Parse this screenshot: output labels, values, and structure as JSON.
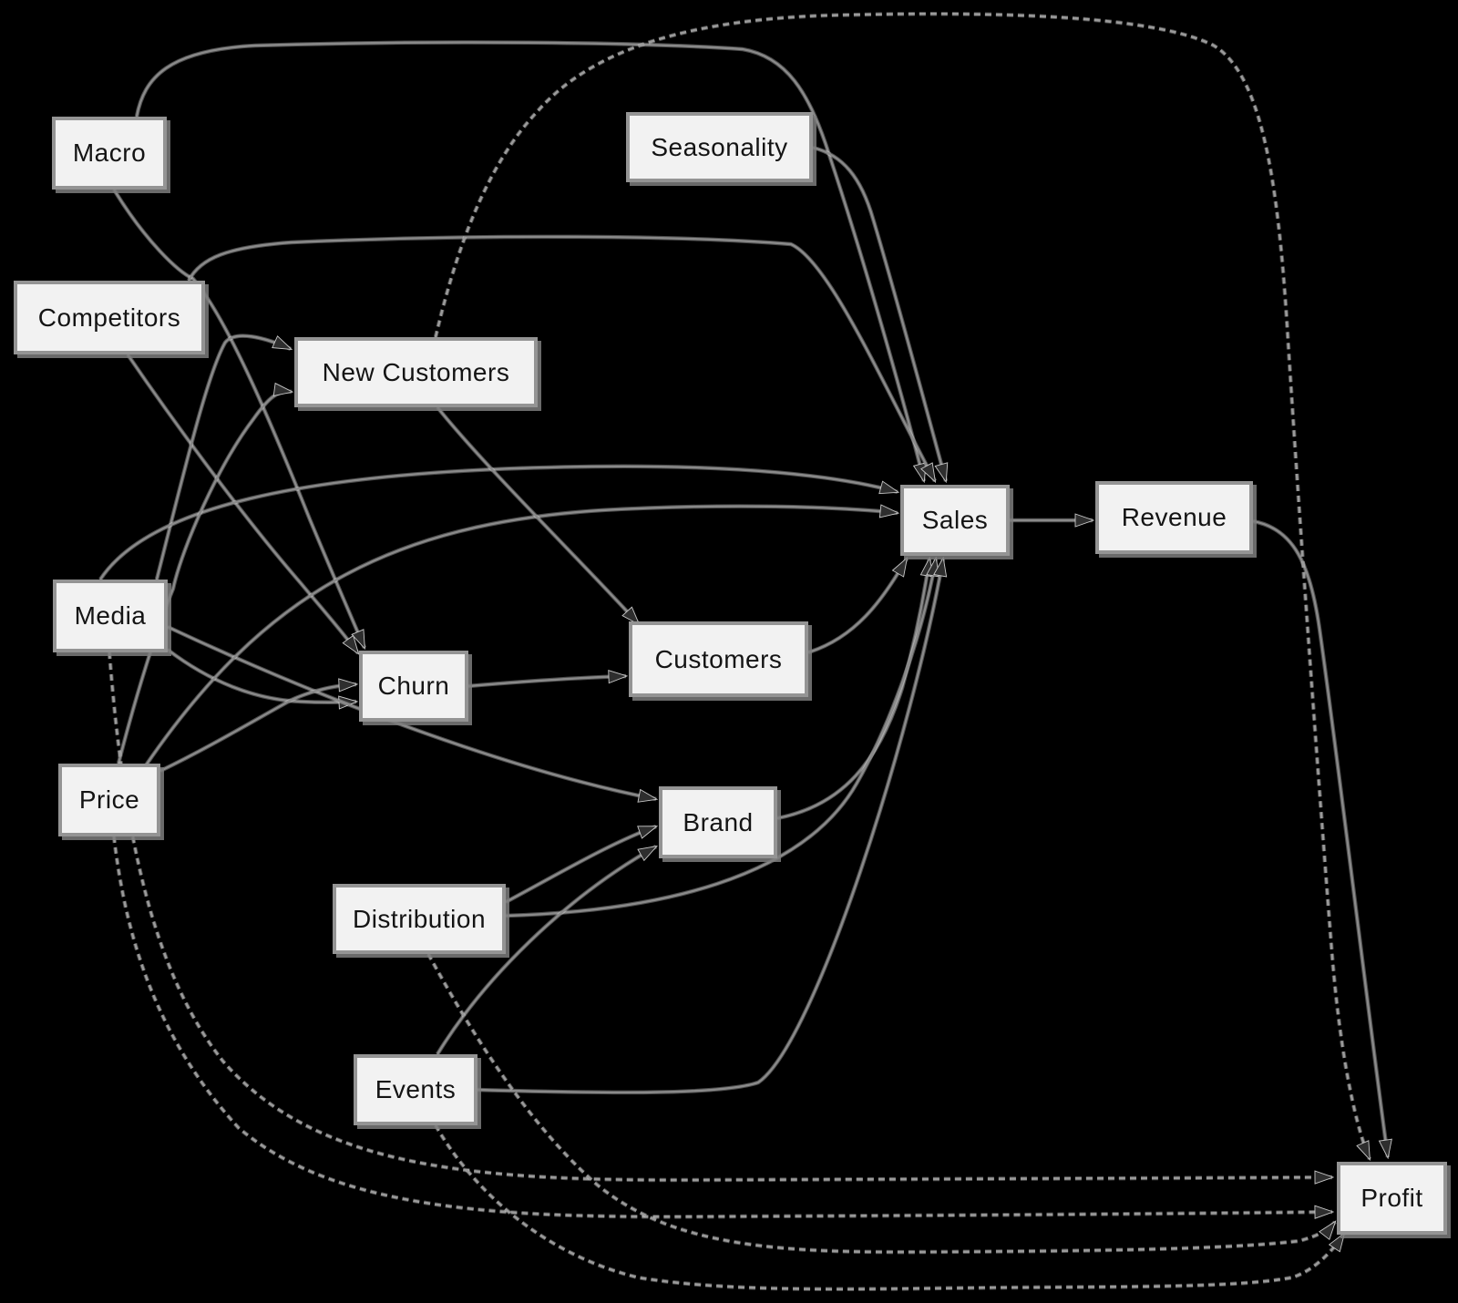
{
  "diagram": {
    "background": "#000000",
    "node_fill": "#f2f2f2",
    "node_border": "#949494",
    "edge_color": "#8a8a8a",
    "dashed_edge_color": "#9b9b9b",
    "arrow_color": "#2e2e2e",
    "nodes": [
      {
        "id": "macro",
        "label": "Macro"
      },
      {
        "id": "seasonality",
        "label": "Seasonality"
      },
      {
        "id": "competitors",
        "label": "Competitors"
      },
      {
        "id": "new_customers",
        "label": "New Customers"
      },
      {
        "id": "media",
        "label": "Media"
      },
      {
        "id": "churn",
        "label": "Churn"
      },
      {
        "id": "customers",
        "label": "Customers"
      },
      {
        "id": "price",
        "label": "Price"
      },
      {
        "id": "brand",
        "label": "Brand"
      },
      {
        "id": "distribution",
        "label": "Distribution"
      },
      {
        "id": "events",
        "label": "Events"
      },
      {
        "id": "sales",
        "label": "Sales"
      },
      {
        "id": "revenue",
        "label": "Revenue"
      },
      {
        "id": "profit",
        "label": "Profit"
      }
    ],
    "edges": [
      {
        "from": "macro",
        "to": "sales",
        "style": "solid"
      },
      {
        "from": "macro",
        "to": "churn",
        "style": "solid"
      },
      {
        "from": "competitors",
        "to": "sales",
        "style": "solid"
      },
      {
        "from": "competitors",
        "to": "churn",
        "style": "solid"
      },
      {
        "from": "seasonality",
        "to": "sales",
        "style": "solid"
      },
      {
        "from": "media",
        "to": "new_customers",
        "style": "solid"
      },
      {
        "from": "media",
        "to": "churn",
        "style": "solid"
      },
      {
        "from": "media",
        "to": "brand",
        "style": "solid"
      },
      {
        "from": "media",
        "to": "sales",
        "style": "solid"
      },
      {
        "from": "price",
        "to": "new_customers",
        "style": "solid"
      },
      {
        "from": "price",
        "to": "churn",
        "style": "solid"
      },
      {
        "from": "price",
        "to": "sales",
        "style": "solid"
      },
      {
        "from": "new_customers",
        "to": "customers",
        "style": "solid"
      },
      {
        "from": "churn",
        "to": "customers",
        "style": "solid"
      },
      {
        "from": "customers",
        "to": "sales",
        "style": "solid"
      },
      {
        "from": "brand",
        "to": "sales",
        "style": "solid"
      },
      {
        "from": "distribution",
        "to": "brand",
        "style": "solid"
      },
      {
        "from": "distribution",
        "to": "sales",
        "style": "solid"
      },
      {
        "from": "events",
        "to": "brand",
        "style": "solid"
      },
      {
        "from": "events",
        "to": "sales",
        "style": "solid"
      },
      {
        "from": "sales",
        "to": "revenue",
        "style": "solid"
      },
      {
        "from": "revenue",
        "to": "profit",
        "style": "solid"
      },
      {
        "from": "media",
        "to": "profit",
        "style": "dashed"
      },
      {
        "from": "price",
        "to": "profit",
        "style": "dashed"
      },
      {
        "from": "distribution",
        "to": "profit",
        "style": "dashed"
      },
      {
        "from": "events",
        "to": "profit",
        "style": "dashed"
      },
      {
        "from": "new_customers",
        "to": "profit",
        "style": "dashed"
      }
    ]
  }
}
